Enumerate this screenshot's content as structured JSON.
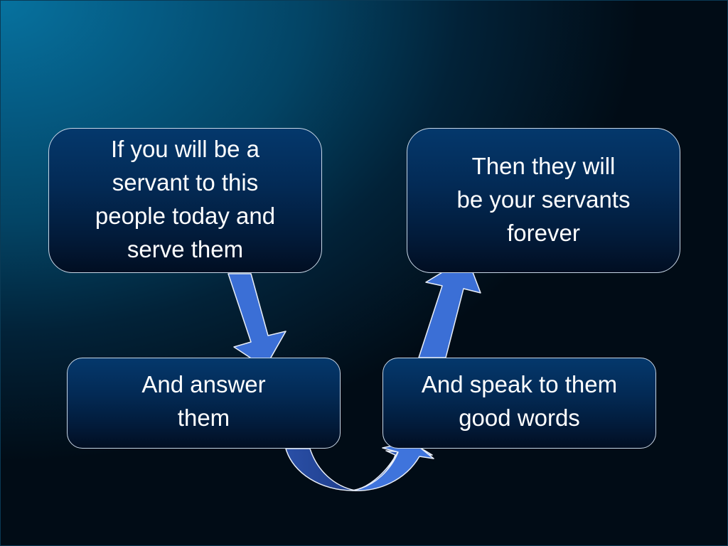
{
  "diagram": {
    "nodes": [
      {
        "id": "step-1",
        "text": "If you will be a\nservant to this\npeople today and\nserve them"
      },
      {
        "id": "step-4",
        "text": "Then they will\nbe your servants\nforever"
      },
      {
        "id": "step-2",
        "text": "And answer\nthem"
      },
      {
        "id": "step-3",
        "text": "And speak to them\ngood words"
      }
    ],
    "edges": [
      {
        "from": "step-1",
        "to": "step-2"
      },
      {
        "from": "step-2",
        "to": "step-3"
      },
      {
        "from": "step-3",
        "to": "step-4"
      }
    ]
  },
  "colors": {
    "arrow_fill": "#3b6fd6",
    "arrow_stroke": "#e8eef8",
    "node_border": "#c8d6e6"
  }
}
